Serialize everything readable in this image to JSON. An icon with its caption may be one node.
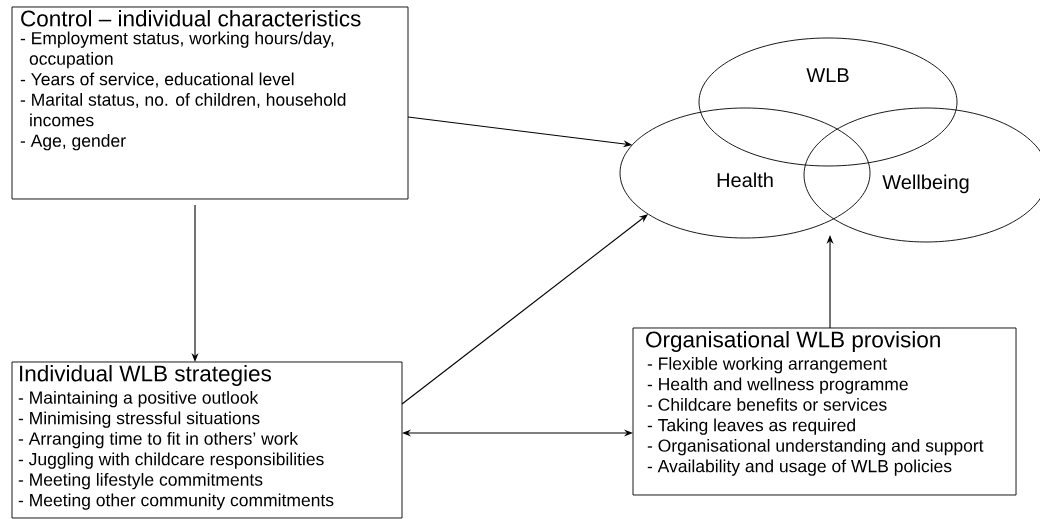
{
  "diagram": {
    "nodes": [
      {
        "text": [
          "Control – individual characteristics",
          "- Employment status, working hours/day, occupation",
          "- Years of service, educational level",
          "- Marital status, no. of children, household incomes",
          "- Age, gender"
        ]
      },
      {
        "text": [
          "WLB"
        ]
      },
      {
        "text": [
          "Health"
        ]
      },
      {
        "text": [
          "Wellbeing"
        ]
      },
      {
        "text": [
          "Individual WLB strategies",
          "- Maintaining a positive outlook",
          "- Minimising stressful situations",
          "- Arranging time to fit in others’ work",
          "- Juggling with childcare responsibilities",
          "- Meeting lifestyle commitments",
          "- Meeting other community commitments"
        ]
      },
      {
        "text": [
          "Organisational WLB provision",
          "- Flexible working arrangement",
          "- Health and wellness programme",
          "- Childcare benefits or services",
          "- Taking leaves as required",
          "- Organisational understanding and support",
          "- Availability and usage of WLB policies"
        ]
      }
    ],
    "edges": [
      {
        "from": 0,
        "to": 2,
        "arrow": "to"
      },
      {
        "from": 0,
        "to": 4,
        "arrow": "to"
      },
      {
        "from": 4,
        "to": 2,
        "arrow": "to"
      },
      {
        "from": 4,
        "to": 5,
        "arrow": "both"
      },
      {
        "from": 5,
        "to": 2,
        "arrow": "to"
      }
    ]
  }
}
